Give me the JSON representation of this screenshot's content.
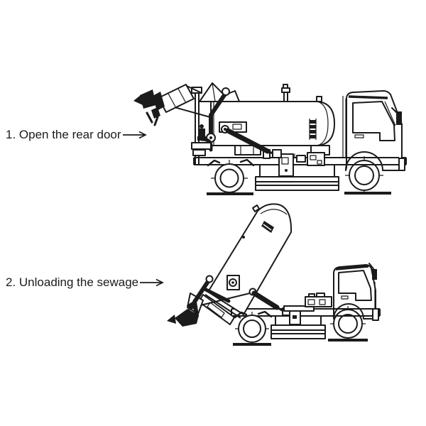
{
  "page": {
    "background": "#ffffff",
    "ink_color": "#1b1b1b"
  },
  "steps": [
    {
      "label": "1. Open the rear door",
      "alt": "sewage vacuum truck side view, rear door swung open"
    },
    {
      "label": "2. Unloading the sewage",
      "alt": "sewage vacuum truck side view, tank tilted up to unload"
    }
  ],
  "icons": {
    "arrow_right": "→"
  }
}
